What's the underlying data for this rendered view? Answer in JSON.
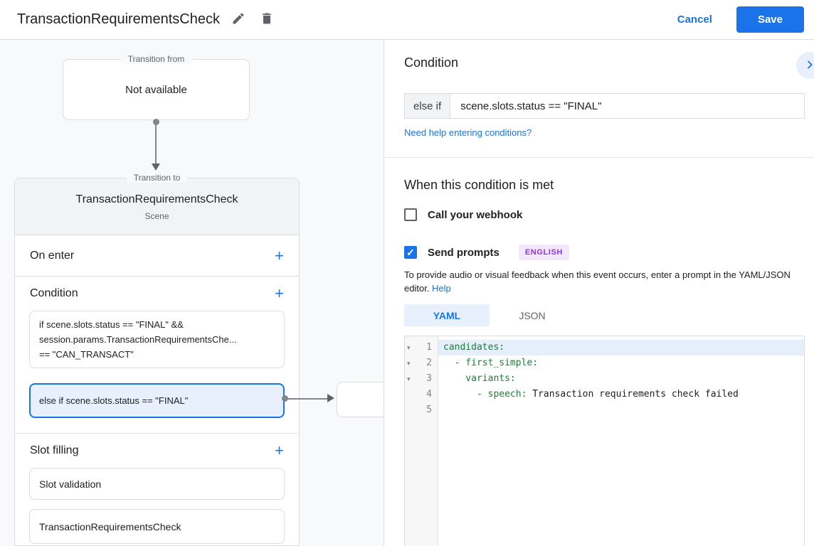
{
  "header": {
    "title": "TransactionRequirementsCheck",
    "cancel_label": "Cancel",
    "save_label": "Save"
  },
  "icons": {
    "edit": "pencil",
    "delete": "trash",
    "add": "+",
    "check": "✓",
    "chevron_right": "›",
    "fold_arrow": "▾"
  },
  "canvas": {
    "transition_from": {
      "legend": "Transition from",
      "content": "Not available"
    },
    "transition_to": {
      "legend": "Transition to",
      "title": "TransactionRequirementsCheck",
      "subtitle": "Scene"
    },
    "on_enter": {
      "label": "On enter"
    },
    "condition": {
      "label": "Condition",
      "items": [
        {
          "text": "if scene.slots.status == \"FINAL\" &&\nsession.params.TransactionRequirementsChe...\n== \"CAN_TRANSACT\""
        },
        {
          "text": "else if scene.slots.status == \"FINAL\""
        }
      ]
    },
    "slot_filling": {
      "label": "Slot filling",
      "items": [
        {
          "text": "Slot validation"
        },
        {
          "text": "TransactionRequirementsCheck"
        }
      ]
    }
  },
  "panel": {
    "title": "Condition",
    "condition_row": {
      "prefix": "else if",
      "value": "scene.slots.status == \"FINAL\""
    },
    "help_link": "Need help entering conditions?",
    "when_met": {
      "title": "When this condition is met",
      "webhook_label": "Call your webhook",
      "send_prompts_label": "Send prompts",
      "language_badge": "ENGLISH",
      "description": "To provide audio or visual feedback when this event occurs, enter a prompt in the YAML/JSON editor.",
      "description_link": "Help"
    },
    "editor": {
      "tabs": [
        {
          "label": "YAML"
        },
        {
          "label": "JSON"
        }
      ],
      "lines": [
        {
          "num": "1",
          "key": "candidates:",
          "value": ""
        },
        {
          "num": "2",
          "key": "  - first_simple:",
          "value": ""
        },
        {
          "num": "3",
          "key": "    variants:",
          "value": ""
        },
        {
          "num": "4",
          "key": "      - speech: ",
          "value": "Transaction requirements check failed"
        },
        {
          "num": "5",
          "key": "",
          "value": ""
        }
      ]
    }
  }
}
